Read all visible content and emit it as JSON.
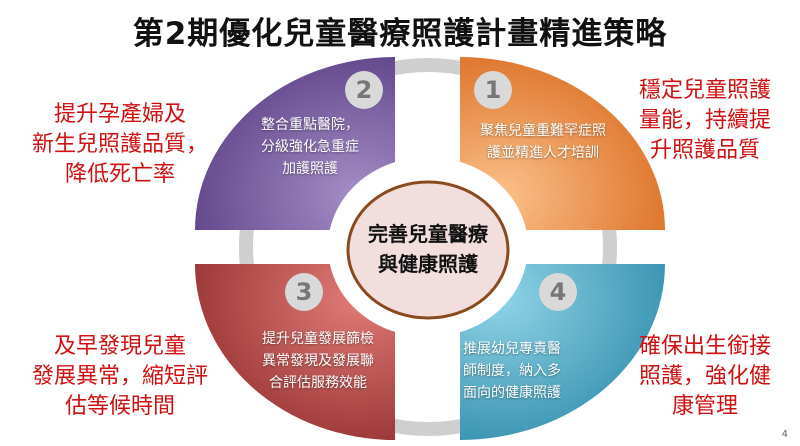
{
  "title": "第2期優化兒童醫療照護計畫精進策略",
  "center": {
    "line1": "完善兒童醫療",
    "line2": "與健康照護"
  },
  "quadrants": [
    {
      "number": "1",
      "text": [
        "聚焦兒童重難罕症照",
        "護並精進人才培訓"
      ],
      "color": "#e8781e"
    },
    {
      "number": "2",
      "text": [
        "整合重點醫院，",
        "分級強化急重症",
        "加護照護"
      ],
      "color": "#6a4e92"
    },
    {
      "number": "3",
      "text": [
        "提升兒童發展篩檢",
        "異常發現及發展聯",
        "合評估服務效能"
      ],
      "color": "#b2403e"
    },
    {
      "number": "4",
      "text": [
        "推展幼兒專責醫",
        "師制度，納入多",
        "面向的健康照護"
      ],
      "color": "#2f9ab8"
    }
  ],
  "side_notes": {
    "top_right": [
      "穩定兒童照護",
      "量能，持續提",
      "升照護品質"
    ],
    "top_left": [
      "提升孕產婦及",
      "新生兒照護品質，",
      "降低死亡率"
    ],
    "bottom_left": [
      "及早發現兒童",
      "發展異常，縮短評",
      "估等候時間"
    ],
    "bottom_right": [
      "確保出生銜接",
      "照護，強化健",
      "康管理"
    ]
  },
  "page_number": "4"
}
